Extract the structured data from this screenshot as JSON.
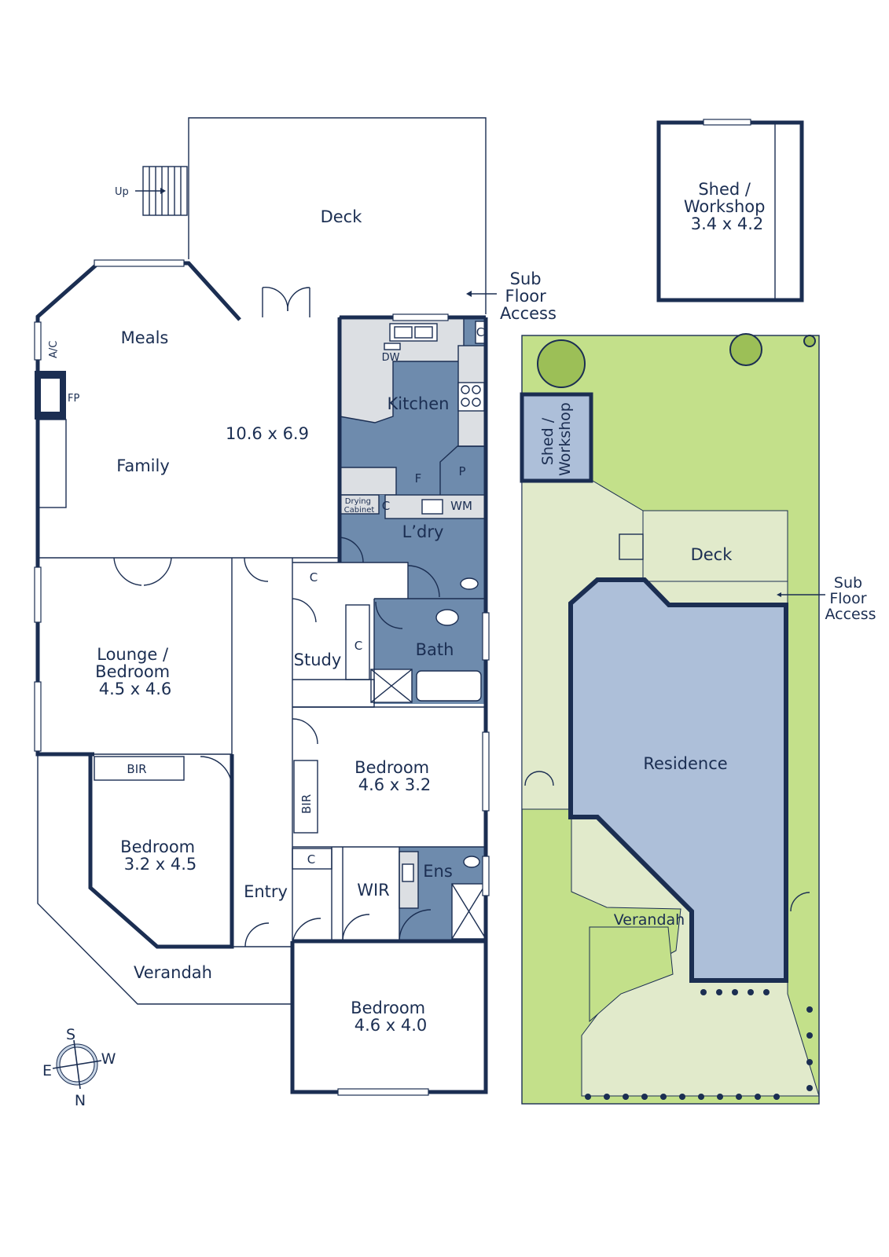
{
  "rooms": {
    "deck": "Deck",
    "up": "Up",
    "sub_floor": [
      "Sub",
      "Floor",
      "Access"
    ],
    "shed": [
      "Shed /",
      "Workshop",
      "3.4 x 4.2"
    ],
    "meals": "Meals",
    "ac": "A/C",
    "fp": "FP",
    "living_dims": "10.6 x 6.9",
    "family": "Family",
    "kitchen": "Kitchen",
    "dw": "DW",
    "c": "C",
    "f": "F",
    "p": "P",
    "drying": [
      "Drying",
      "Cabinet"
    ],
    "wm": "WM",
    "laundry": "L’dry",
    "lounge": [
      "Lounge /",
      "Bedroom",
      "4.5 x 4.6"
    ],
    "study": "Study",
    "bath": "Bath",
    "bir": "BIR",
    "bedroom_2": [
      "Bedroom",
      "4.6 x 3.2"
    ],
    "bedroom_3": [
      "Bedroom",
      "3.2 x 4.5"
    ],
    "entry": "Entry",
    "wir": "WIR",
    "ens": "Ens",
    "verandah": "Verandah",
    "bedroom_main": [
      "Bedroom",
      "4.6 x 4.0"
    ]
  },
  "compass": {
    "s": "S",
    "e": "E",
    "w": "W",
    "n": "N"
  },
  "site": {
    "shed": [
      "Shed /",
      "Workshop"
    ],
    "deck": "Deck",
    "sub_floor": [
      "Sub",
      "Floor",
      "Access"
    ],
    "residence": "Residence",
    "verandah": "Verandah"
  }
}
